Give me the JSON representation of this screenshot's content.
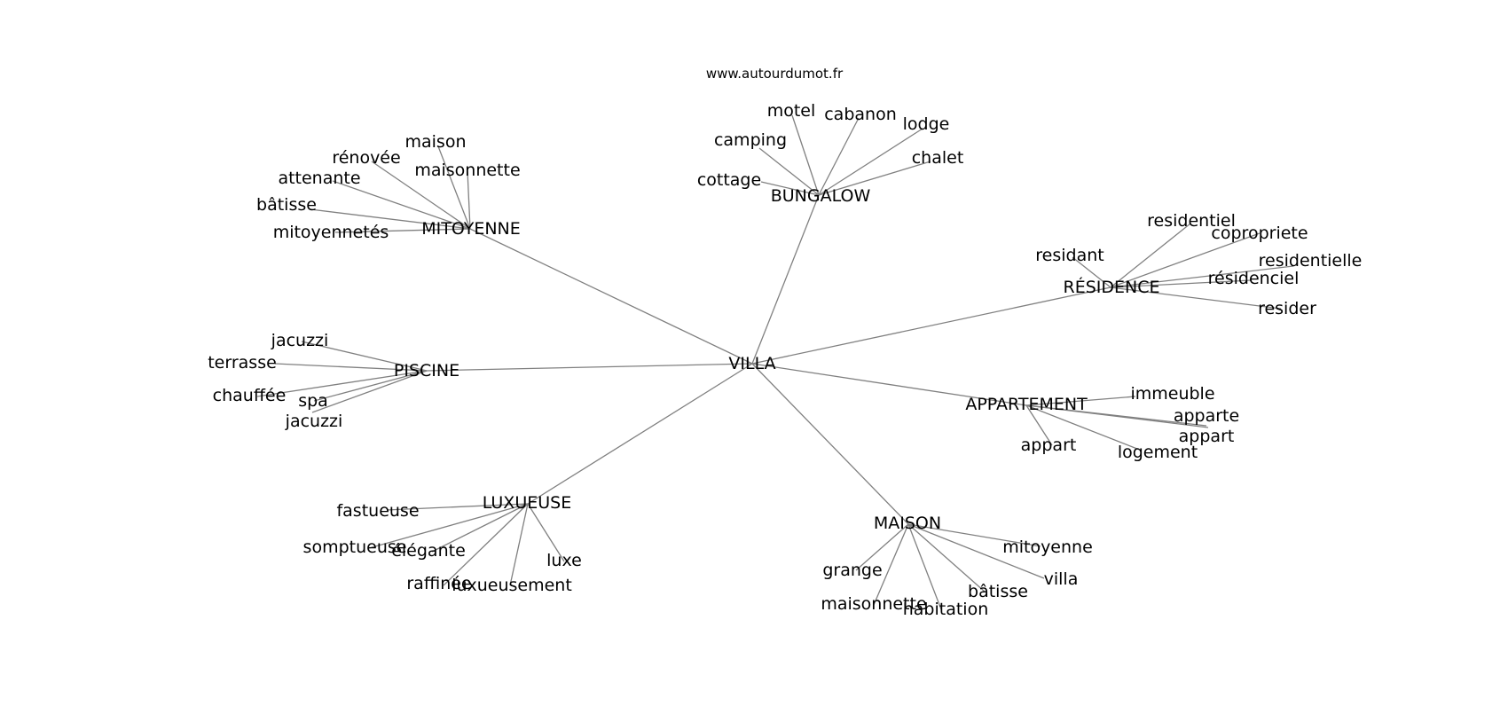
{
  "credit": "www.autourdumot.fr",
  "colors": {
    "edge": "#808080",
    "text": "#000000",
    "background": "#ffffff"
  },
  "graph": {
    "center": {
      "id": "villa",
      "label": "VILLA"
    },
    "hubs": [
      {
        "id": "bungalow",
        "label": "BUNGALOW",
        "leaves": [
          "motel",
          "cabanon",
          "lodge",
          "camping",
          "chalet",
          "cottage"
        ]
      },
      {
        "id": "mitoyenne",
        "label": "MITOYENNE",
        "leaves": [
          "maison",
          "rénovée",
          "maisonnette",
          "attenante",
          "bâtisse",
          "mitoyennetés"
        ]
      },
      {
        "id": "residence",
        "label": "RÉSIDENCE",
        "leaves": [
          "residentiel",
          "copropriete",
          "residant",
          "residentielle",
          "résidenciel",
          "resider"
        ]
      },
      {
        "id": "piscine",
        "label": "PISCINE",
        "leaves": [
          "jacuzzi",
          "terrasse",
          "chauffée",
          "spa",
          "jacuzzi"
        ]
      },
      {
        "id": "appartement",
        "label": "APPARTEMENT",
        "leaves": [
          "immeuble",
          "apparte",
          "appart",
          "appart",
          "logement"
        ]
      },
      {
        "id": "luxueuse",
        "label": "LUXUEUSE",
        "leaves": [
          "fastueuse",
          "somptueuse",
          "élégante",
          "luxe",
          "raffinée",
          "luxueusement"
        ]
      },
      {
        "id": "maison",
        "label": "MAISON",
        "leaves": [
          "mitoyenne",
          "grange",
          "villa",
          "bâtisse",
          "maisonnette",
          "habitation"
        ]
      }
    ]
  }
}
